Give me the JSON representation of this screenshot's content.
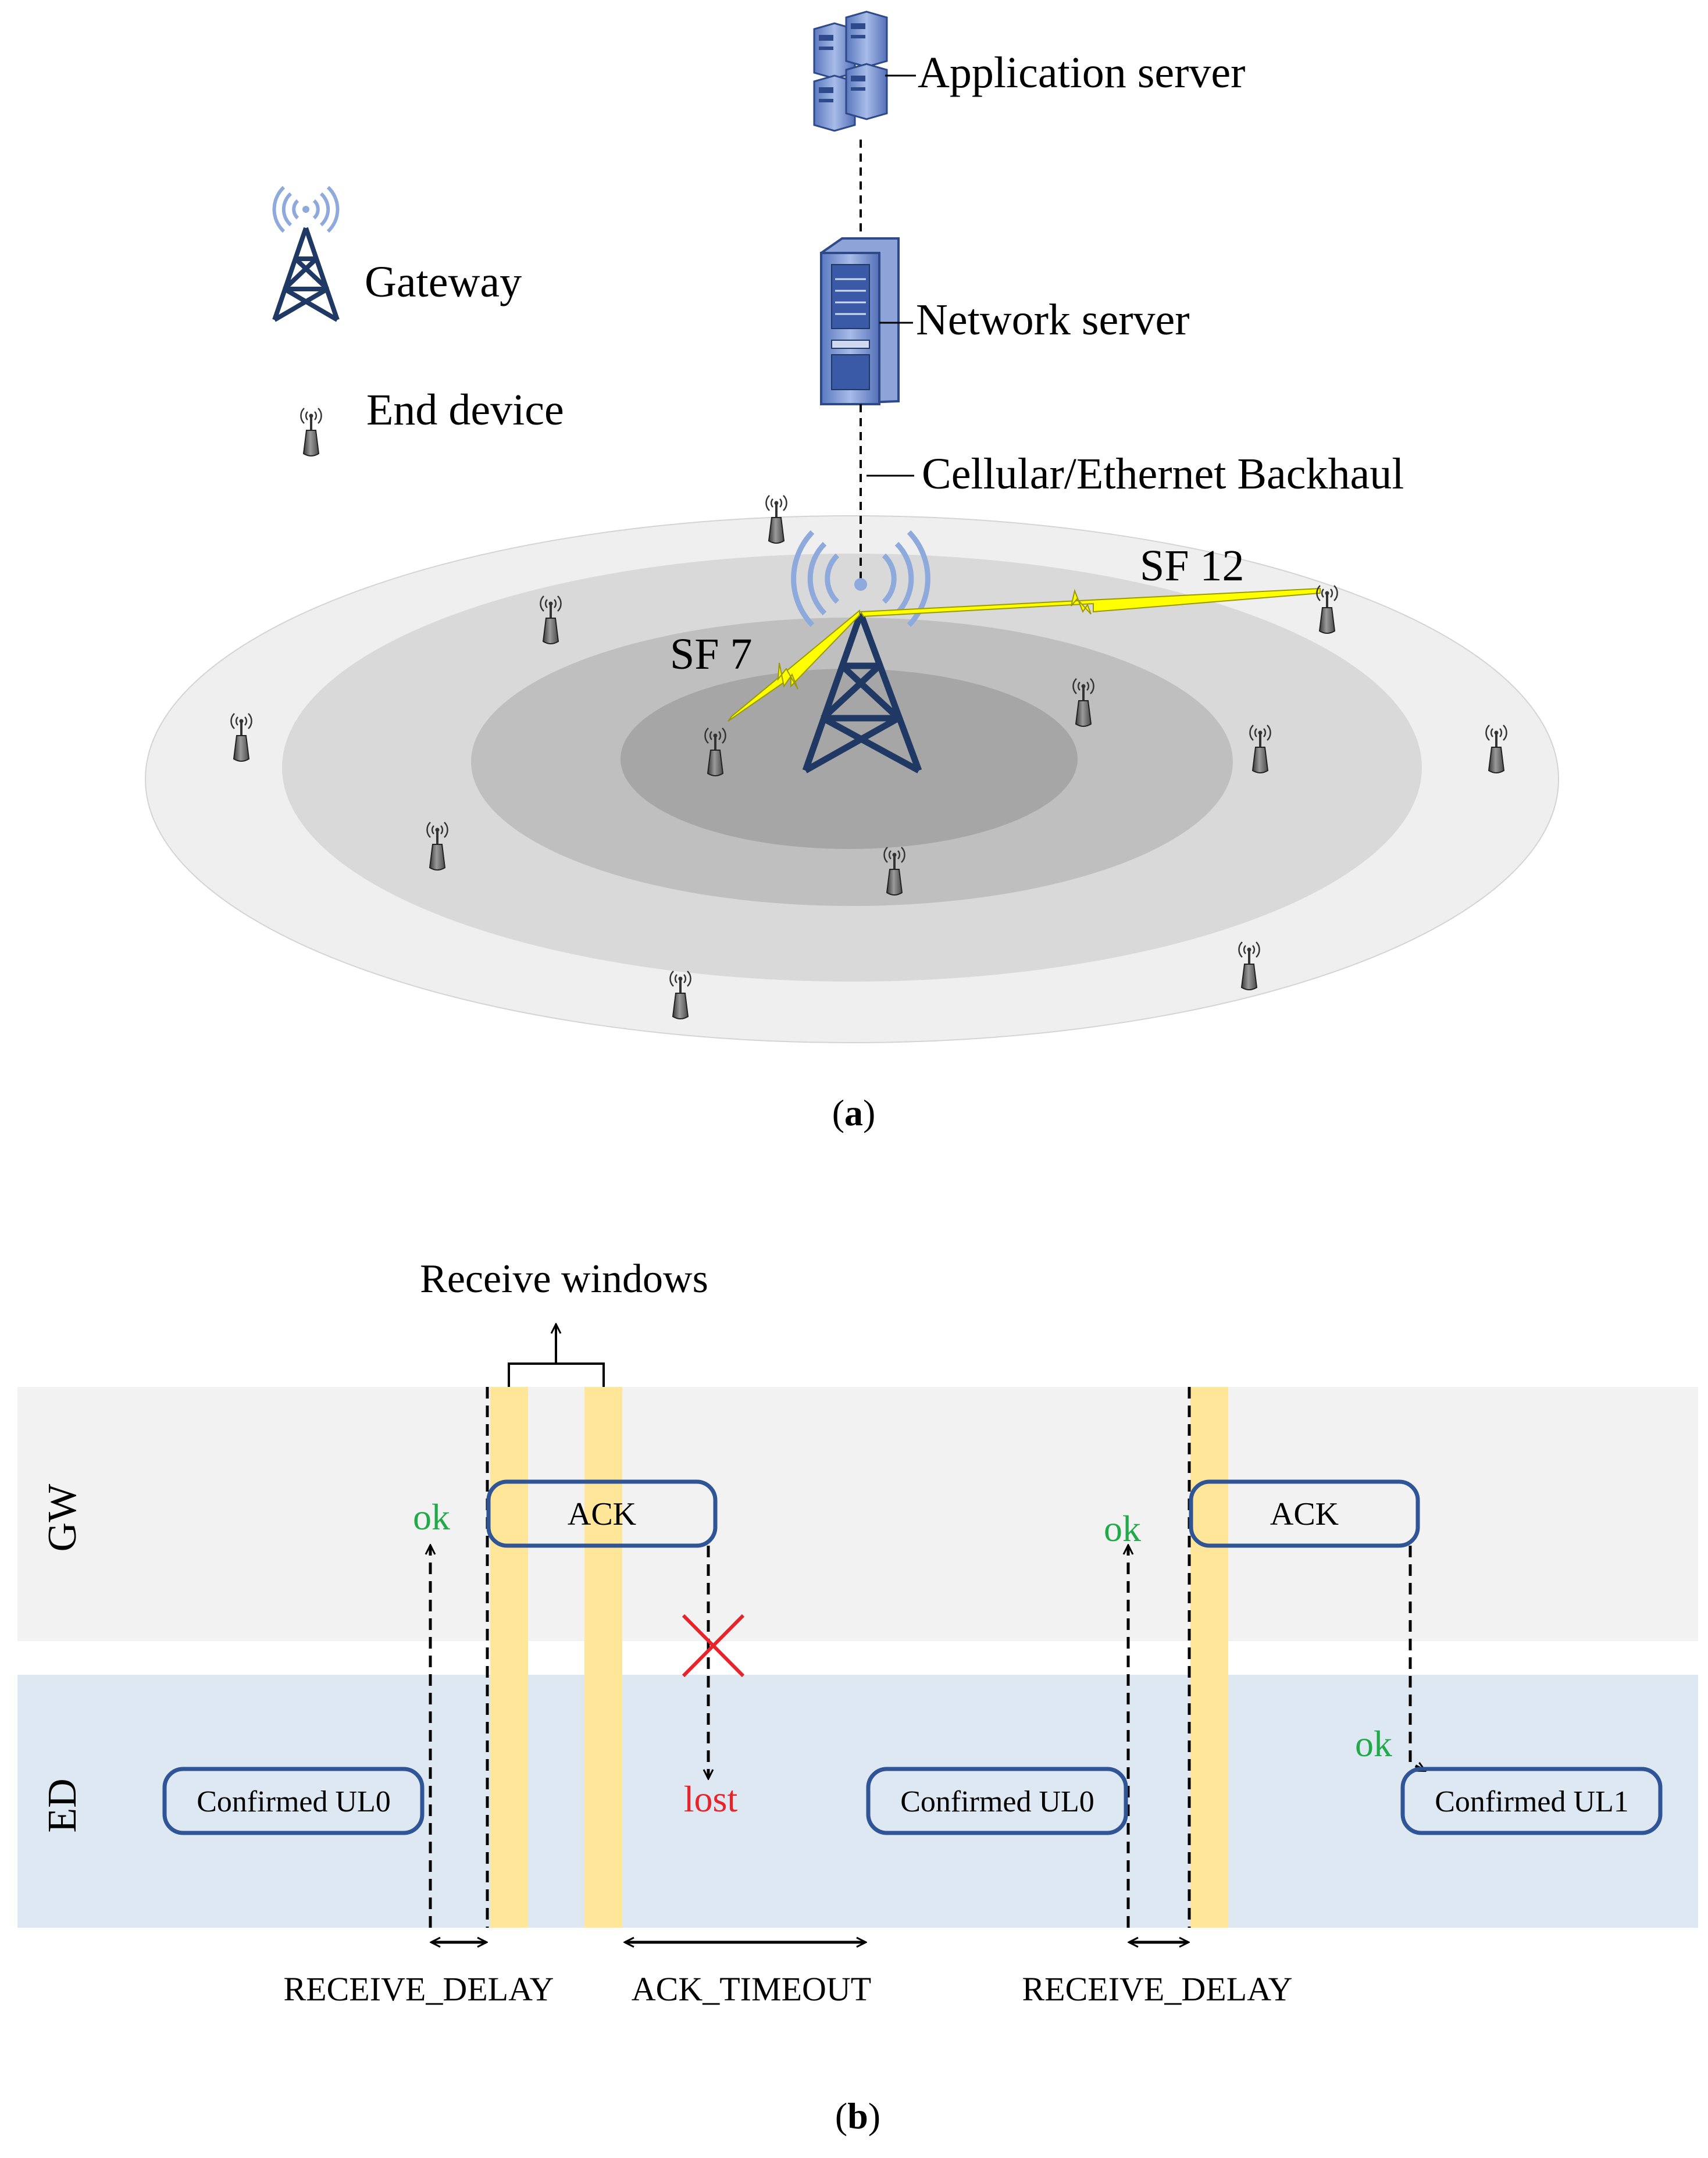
{
  "panel_a": {
    "caption": "(a)",
    "caption_paren_open": "(",
    "caption_letter": "a",
    "caption_paren_close": ")",
    "labels": {
      "application_server": "Application server",
      "network_server": "Network server",
      "backhaul": "Cellular/Ethernet Backhaul",
      "sf12": "SF 12",
      "sf7": "SF 7"
    },
    "legend": {
      "gateway": "Gateway",
      "end_device": "End device"
    }
  },
  "panel_b": {
    "caption": "(b)",
    "caption_paren_open": "(",
    "caption_letter": "b",
    "caption_paren_close": ")",
    "receive_windows": "Receive windows",
    "lanes": {
      "gw": "GW",
      "ed": "ED"
    },
    "boxes": {
      "ack1": "ACK",
      "ack2": "ACK",
      "ul0_first": "Confirmed UL0",
      "ul0_second": "Confirmed UL0",
      "ul1": "Confirmed UL1"
    },
    "status": {
      "ok1": "ok",
      "ok2": "ok",
      "ok3": "ok",
      "lost": "lost"
    },
    "intervals": {
      "receive_delay_1": "RECEIVE_DELAY",
      "ack_timeout": "ACK_TIMEOUT",
      "receive_delay_2": "RECEIVE_DELAY"
    }
  },
  "colors": {
    "ok": "#22aa4a",
    "lost": "#e8232a",
    "box_border": "#2f5597",
    "receive_window": "#ffe699",
    "gw_lane": "#f2f2f2",
    "ed_lane": "#dde8f3",
    "lightning": "#ffff00",
    "tower": "#203864",
    "signal": "#8ea9db",
    "server": "#7a93cc"
  },
  "icons": {
    "application_server": "server-rack-icon",
    "network_server": "server-tower-icon",
    "gateway": "gateway-tower-icon",
    "end_device": "end-device-antenna-icon"
  }
}
